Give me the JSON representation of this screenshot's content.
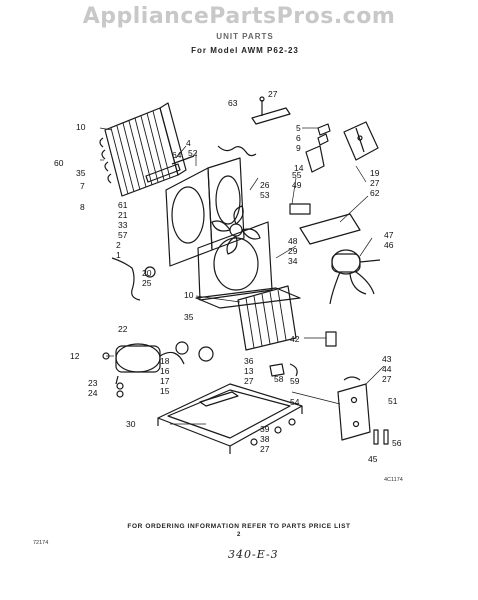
{
  "watermark": "AppliancePartsPros.com",
  "header": {
    "title": "UNIT PARTS",
    "model": "For Model AWM P62-23"
  },
  "footer": {
    "ordering_note": "FOR ORDERING INFORMATION REFER TO PARTS PRICE LIST",
    "page_number": "2"
  },
  "codes": {
    "drawing_code": "4C1174",
    "left_code": "72174"
  },
  "handwritten": "340-E-3",
  "part_labels": [
    "63",
    "27",
    "4",
    "5",
    "6",
    "9",
    "14",
    "10",
    "60",
    "35",
    "7",
    "8",
    "64",
    "52",
    "61",
    "21",
    "33",
    "57",
    "26",
    "53",
    "55",
    "49",
    "19",
    "27",
    "62",
    "2",
    "1",
    "20",
    "25",
    "48",
    "29",
    "34",
    "47",
    "46",
    "10",
    "35",
    "22",
    "12",
    "23",
    "24",
    "18",
    "16",
    "17",
    "15",
    "42",
    "36",
    "13",
    "27",
    "58",
    "59",
    "43",
    "44",
    "27",
    "51",
    "56",
    "45",
    "54",
    "30",
    "39",
    "38",
    "27"
  ]
}
